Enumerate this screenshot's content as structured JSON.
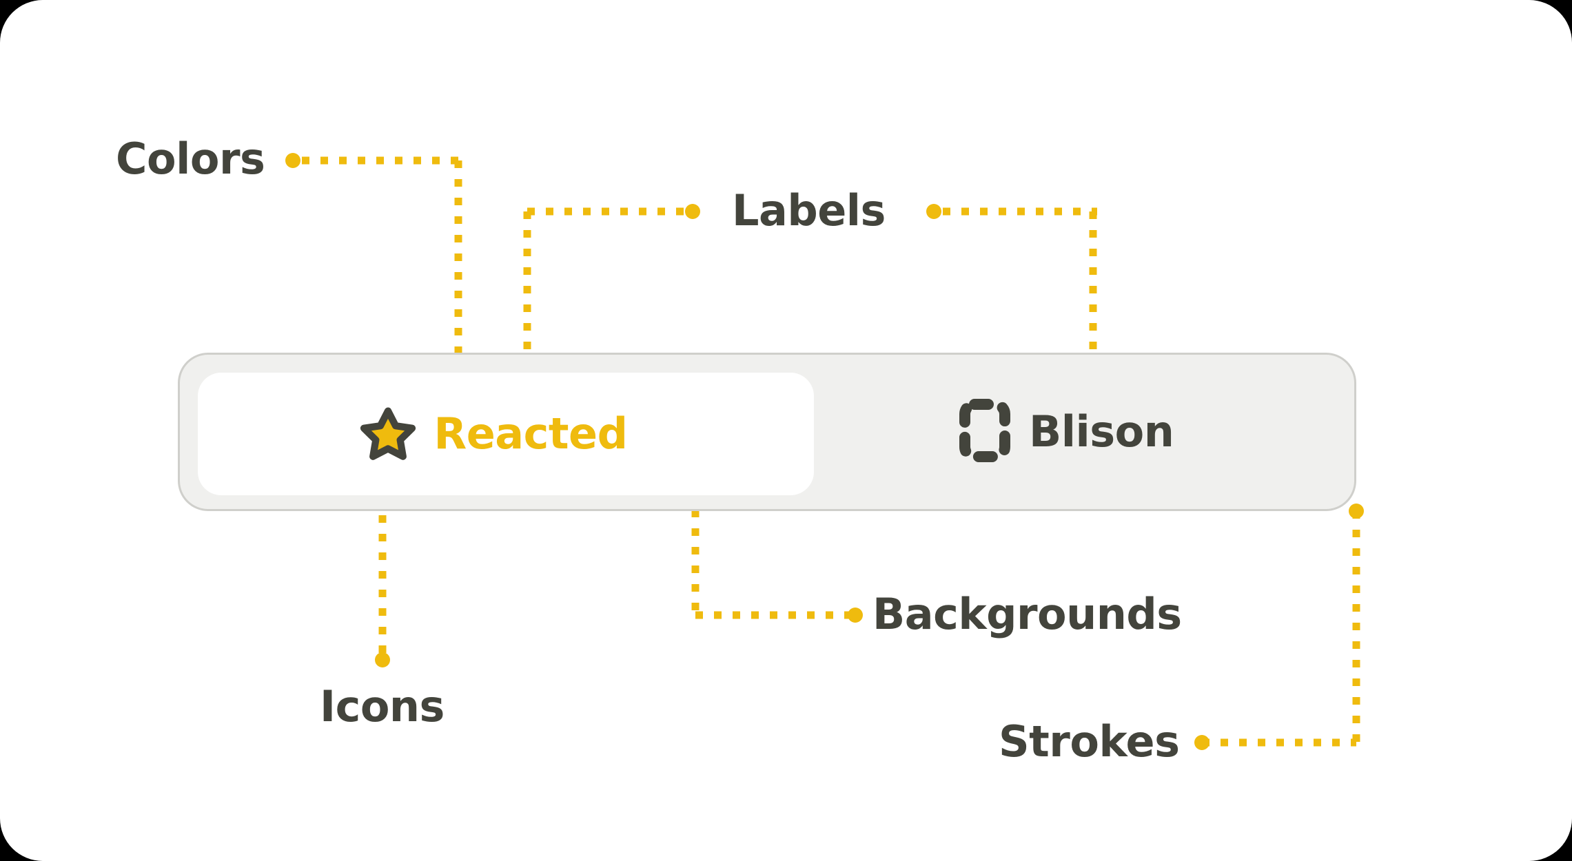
{
  "theme": {
    "accent": "#EFBB0E",
    "text_dark": "#43443C",
    "track_background": "#F0F0EE",
    "track_stroke": "#CFCFCB",
    "selected_background": "#FFFFFF",
    "page_background": "#FFFFFF",
    "outside_background": "#000000"
  },
  "segmented_control": {
    "segments": [
      {
        "id": "reacted",
        "label": "Reacted",
        "icon": "star-icon",
        "selected": true
      },
      {
        "id": "blison",
        "label": "Blison",
        "icon": "dashed-rectangle-icon",
        "selected": false
      }
    ]
  },
  "annotations": [
    {
      "id": "colors",
      "label": "Colors"
    },
    {
      "id": "labels",
      "label": "Labels"
    },
    {
      "id": "icons",
      "label": "Icons"
    },
    {
      "id": "backgrounds",
      "label": "Backgrounds"
    },
    {
      "id": "strokes",
      "label": "Strokes"
    }
  ]
}
